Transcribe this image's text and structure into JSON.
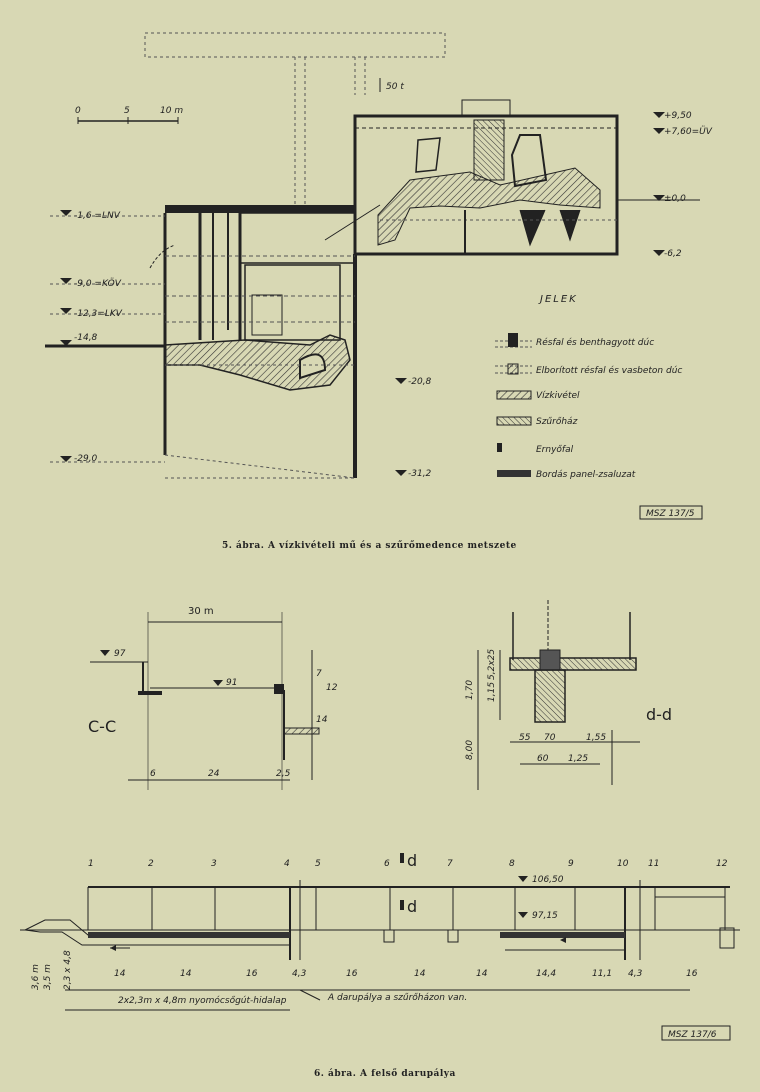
{
  "fig5": {
    "load": "50 t",
    "scale": {
      "t0": "0",
      "t5": "5",
      "t10": "10 m"
    },
    "levels_right": [
      "+9,50",
      "+7,60=ÜV",
      "±0,0",
      "-6,2"
    ],
    "levels_left": [
      "-1,6 =LNV",
      "-9,0 =KÖV",
      "-12,3=LKV",
      "-14,8",
      "-29,0"
    ],
    "levels_bottom": [
      "-20,8",
      "-31,2"
    ],
    "legend": {
      "title": "JELEK",
      "items": [
        "Résfal és benthagyott dúc",
        "Elborított résfal és vasbeton dúc",
        "Vízkivétel",
        "Szűrőház",
        "Ernyőfal",
        "Bordás panel-zsaluzat"
      ]
    },
    "ref": "MSZ 137/5",
    "caption": "5. ábra. A vízkivételi mű és a szűrőmedence metszete"
  },
  "cc": {
    "label": "C-C",
    "span": "30 m",
    "lvl97": "97",
    "lvl91": "91",
    "dims_bottom": [
      "6",
      "24",
      "2,5"
    ],
    "dims_right": [
      "7",
      "12",
      "14"
    ]
  },
  "dd": {
    "label": "d-d",
    "dims_left": [
      "1,70",
      "1,15",
      "5,2x25",
      "8,00"
    ],
    "dims_bottom": [
      "55",
      "70",
      "1,55",
      "60",
      "1,25"
    ]
  },
  "fig6": {
    "numbers": [
      "1",
      "2",
      "3",
      "4",
      "5",
      "6",
      "7",
      "8",
      "9",
      "10",
      "11",
      "12"
    ],
    "d_top": "d",
    "d_bottom": "d",
    "lvl1": "106,50",
    "lvl2": "97,15",
    "left_dims": [
      "3,6 m",
      "3,5 m",
      "2,3 x 4,8"
    ],
    "spans": [
      "14",
      "14",
      "16",
      "4,3",
      "16",
      "14",
      "14",
      "14,4",
      "11,1",
      "4,3",
      "16"
    ],
    "pipe_note": "2x2,3m x 4,8m nyomócsőgút-hidalap",
    "crane_note": "A darupálya a szűrőházon van.",
    "ref": "MSZ 137/6",
    "caption": "6. ábra. A felső darupálya"
  }
}
